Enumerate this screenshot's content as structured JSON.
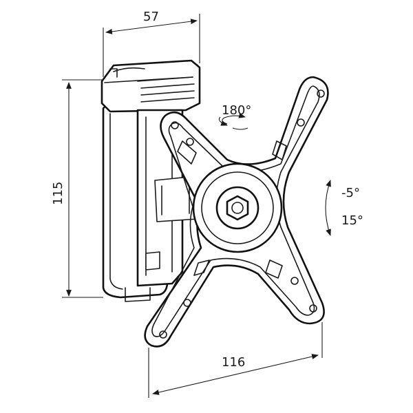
{
  "dimensions": {
    "width_top": "57",
    "height_left": "115",
    "width_bottom": "116"
  },
  "rotations": {
    "swivel": "180°",
    "tilt_up": "-5°",
    "tilt_down": "15°"
  },
  "colors": {
    "line": "#1a1a1a",
    "background": "#ffffff"
  }
}
